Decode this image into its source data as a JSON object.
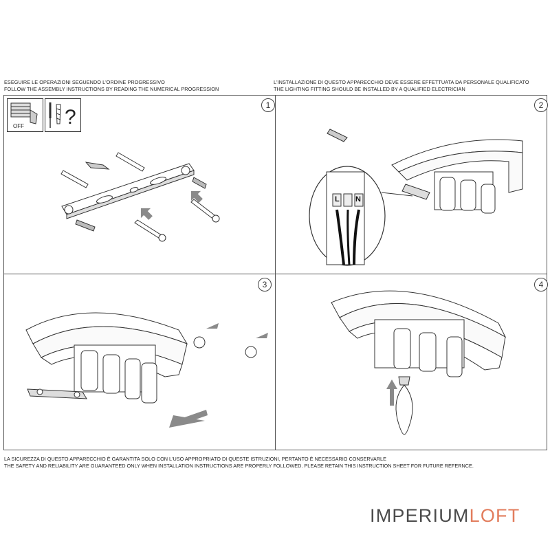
{
  "header_left": {
    "line_it": "ESEGUIRE LE OPERAZIONI SEGUENDO L'ORDINE PROGRESSIVO",
    "line_en": "FOLLOW THE ASSEMBLY INSTRUCTIONS BY READING THE NUMERICAL PROGRESSION"
  },
  "header_right": {
    "line_it": "L'INSTALLAZIONE DI QUESTO APPARECCHIO DEVE ESSERE EFFETTUATA DA PERSONALE QUALIFICATO",
    "line_en": "THE LIGHTING FITTING SHOULD BE INSTALLED BY A QUALIFIED ELECTRICIAN"
  },
  "steps": [
    {
      "number": "1"
    },
    {
      "number": "2",
      "terminal_l": "L",
      "terminal_n": "N"
    },
    {
      "number": "3"
    },
    {
      "number": "4"
    }
  ],
  "step1": {
    "switch_label": "OFF",
    "question_mark": "?"
  },
  "footer": {
    "line_it": "LA SICUREZZA DI QUESTO APPARECCHIO È GARANTITA SOLO CON L'USO APPROPRIATO DI QUESTE ISTRUZIONI, PERTANTO È NECESSARIO CONSERVARLE",
    "line_en": "THE SAFETY AND RELIABILITY ARE GUARANTEED ONLY WHEN INSTALLATION INSTRUCTIONS ARE PROPERLY FOLLOWED. PLEASE RETAIN THIS INSTRUCTION SHEET FOR FUTURE REFERNCE."
  },
  "logo": {
    "part1": "IMPERIUM",
    "part2": "LOFT"
  },
  "colors": {
    "line": "#444444",
    "logo_gray": "#4b4b4b",
    "logo_accent": "#e27d5d",
    "arrow_gray": "#8a8a8a"
  }
}
